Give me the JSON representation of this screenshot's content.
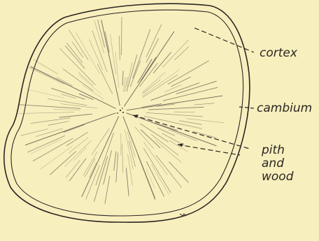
{
  "figure": {
    "subject": "stem cross-section",
    "labels": {
      "cortex": "cortex",
      "cambium": "cambium",
      "pith_lines": [
        "pith",
        "and",
        "wood"
      ]
    }
  },
  "colors": {
    "background": "#f8efbe",
    "ink": "#2a2622",
    "ray": "#6b6456"
  }
}
